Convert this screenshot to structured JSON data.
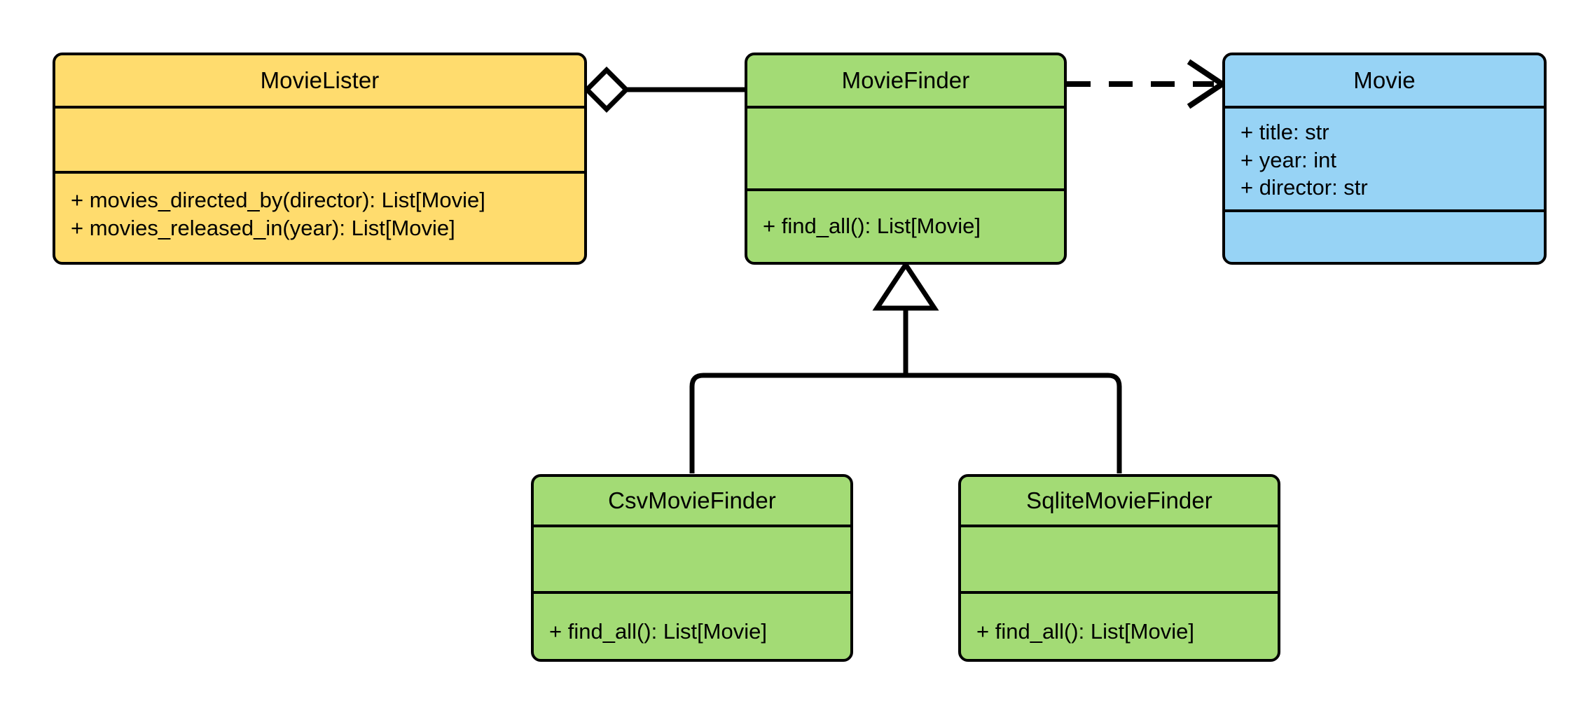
{
  "diagram": {
    "type": "uml-class-diagram",
    "background_color": "#FFFFFF",
    "stroke_color": "#000000",
    "palette": {
      "yellow": "#FFDC6E",
      "green": "#A3DB75",
      "blue": "#97D3F5"
    }
  },
  "classes": [
    {
      "id": "movielister",
      "name": "MovieLister",
      "color": "#FFDC6E",
      "attributes": [],
      "methods": [
        "+ movies_directed_by(director): List[Movie]",
        "+ movies_released_in(year): List[Movie]"
      ]
    },
    {
      "id": "moviefinder",
      "name": "MovieFinder",
      "color": "#A3DB75",
      "attributes": [],
      "methods": [
        "+ find_all(): List[Movie]"
      ]
    },
    {
      "id": "movie",
      "name": "Movie",
      "color": "#97D3F5",
      "attributes": [
        "+ title: str",
        "+ year: int",
        "+ director: str"
      ],
      "methods": []
    },
    {
      "id": "csvmoviefinder",
      "name": "CsvMovieFinder",
      "color": "#A3DB75",
      "attributes": [],
      "methods": [
        "+ find_all(): List[Movie]"
      ]
    },
    {
      "id": "sqlitemoviefinder",
      "name": "SqliteMovieFinder",
      "color": "#A3DB75",
      "attributes": [],
      "methods": [
        "+ find_all(): List[Movie]"
      ]
    }
  ],
  "relationships": [
    {
      "id": "aggregation-movielister-moviefinder",
      "kind": "aggregation",
      "source": "MovieLister",
      "target": "MovieFinder",
      "line_style": "solid",
      "source_marker": "hollow-diamond",
      "target_marker": "none"
    },
    {
      "id": "dependency-moviefinder-movie",
      "kind": "dependency",
      "source": "MovieFinder",
      "target": "Movie",
      "line_style": "dashed",
      "source_marker": "none",
      "target_marker": "open-arrow"
    },
    {
      "id": "generalization-csvmoviefinder-moviefinder",
      "kind": "generalization",
      "source": "CsvMovieFinder",
      "target": "MovieFinder",
      "line_style": "solid",
      "source_marker": "none",
      "target_marker": "hollow-triangle"
    },
    {
      "id": "generalization-sqlitemoviefinder-moviefinder",
      "kind": "generalization",
      "source": "SqliteMovieFinder",
      "target": "MovieFinder",
      "line_style": "solid",
      "source_marker": "none",
      "target_marker": "hollow-triangle"
    }
  ]
}
